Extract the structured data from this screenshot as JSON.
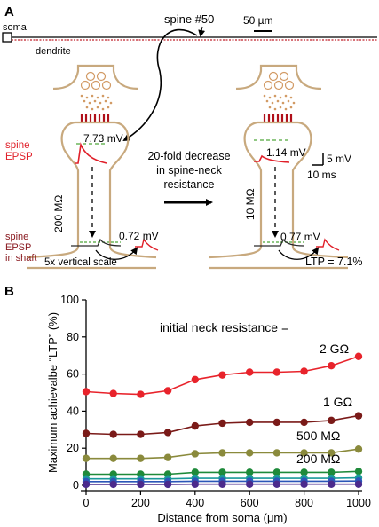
{
  "colors": {
    "spine_tan": "#c8a97e",
    "spine_head_dots": "#d29a64",
    "psd_red": "#b0101a",
    "epsp_red": "#e0202a",
    "dashed_green": "#4fa83a",
    "dendrite_red": "#c0202a",
    "series_2G": "#e8232b",
    "series_1G": "#7a1a18",
    "series_500M": "#8a8a3c",
    "series_200M": "#1e8a3a",
    "series_teal": "#1a9a9a",
    "series_blue": "#2b56b8",
    "series_purple": "#4b2a8c"
  },
  "panel_a": {
    "label": "A",
    "soma_label": "soma",
    "dendrite_label": "dendrite",
    "spine_label": "spine #50",
    "scalebar_um": "50 µm",
    "left": {
      "spine_epsp_label": "spine\nEPSP",
      "spine_epsp_value": "7.73 mV",
      "neck_resistance": "200 MΩ",
      "shaft_label": "spine\nEPSP\nin shaft",
      "shaft_value": "0.72 mV",
      "scale_note": "5x vertical scale"
    },
    "arrow_text": "20-fold decrease\nin spine-neck\nresistance",
    "right": {
      "spine_epsp_value": "1.14 mV",
      "neck_resistance": "10 MΩ",
      "shaft_value": "0.77 mV",
      "ltp_text": "LTP = 7.1%"
    },
    "scalebar_mv": "5 mV",
    "scalebar_ms": "10 ms"
  },
  "panel_b": {
    "label": "B"
  },
  "chart_data": {
    "type": "line",
    "xlabel": "Distance from soma (μm)",
    "ylabel": "Maximum achievalbe “LTP” (%)",
    "xlim": [
      0,
      1000
    ],
    "ylim": [
      0,
      100
    ],
    "xticks": [
      0,
      200,
      400,
      600,
      800,
      1000
    ],
    "yticks": [
      0,
      20,
      40,
      60,
      80,
      100
    ],
    "legend_title": "initial neck resistance =",
    "x": [
      0,
      100,
      200,
      300,
      400,
      500,
      600,
      700,
      800,
      900,
      1000
    ],
    "series": [
      {
        "name": "2 GΩ",
        "color": "#e8232b",
        "values": [
          50.5,
          49.5,
          49.0,
          51.0,
          57.0,
          59.5,
          61.0,
          61.0,
          61.5,
          64.5,
          69.5
        ]
      },
      {
        "name": "1 GΩ",
        "color": "#7a1a18",
        "values": [
          28.0,
          27.5,
          27.5,
          28.5,
          32.0,
          33.5,
          34.0,
          34.0,
          34.0,
          35.0,
          37.5
        ]
      },
      {
        "name": "500 MΩ",
        "color": "#8a8a3c",
        "values": [
          14.5,
          14.5,
          14.5,
          15.0,
          17.0,
          17.5,
          17.5,
          17.5,
          17.5,
          17.5,
          19.5
        ]
      },
      {
        "name": "200 MΩ",
        "color": "#1e8a3a",
        "values": [
          6.0,
          6.0,
          6.0,
          6.0,
          7.0,
          7.0,
          7.0,
          7.0,
          7.0,
          7.0,
          7.5
        ]
      },
      {
        "color": "#1a9a9a",
        "values": [
          3.5,
          3.5,
          3.5,
          3.5,
          3.8,
          3.8,
          3.8,
          3.8,
          3.8,
          3.8,
          4.0
        ]
      },
      {
        "color": "#2b56b8",
        "values": [
          2.0,
          2.0,
          2.0,
          2.0,
          2.2,
          2.2,
          2.2,
          2.2,
          2.2,
          2.2,
          2.3
        ]
      },
      {
        "color": "#4b2a8c",
        "values": [
          0.5,
          0.5,
          0.5,
          0.5,
          0.6,
          0.6,
          0.6,
          0.6,
          0.6,
          0.6,
          0.6
        ]
      }
    ]
  }
}
